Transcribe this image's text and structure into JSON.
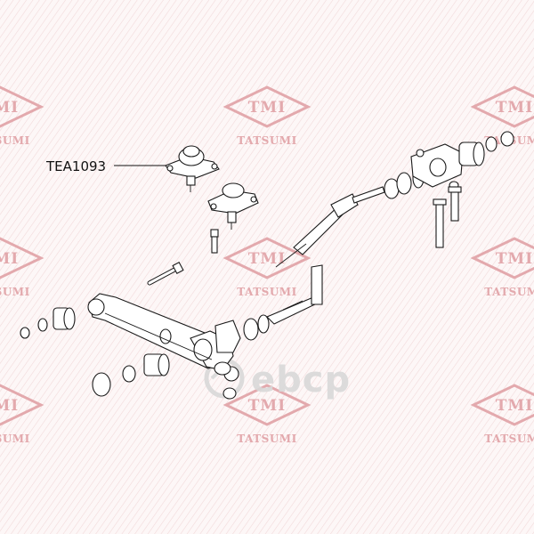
{
  "callout": {
    "part_number": "TEA1093"
  },
  "watermark": {
    "logo_text": "TMI",
    "brand_text": "TATSUMI"
  },
  "overlay": {
    "shop_watermark_text": "ebcp",
    "logo_name": "exist-logo-watermark"
  },
  "colors": {
    "watermark": "#e3a9ad",
    "line_art": "#1a1a1a",
    "background": "#fdf7f7"
  }
}
